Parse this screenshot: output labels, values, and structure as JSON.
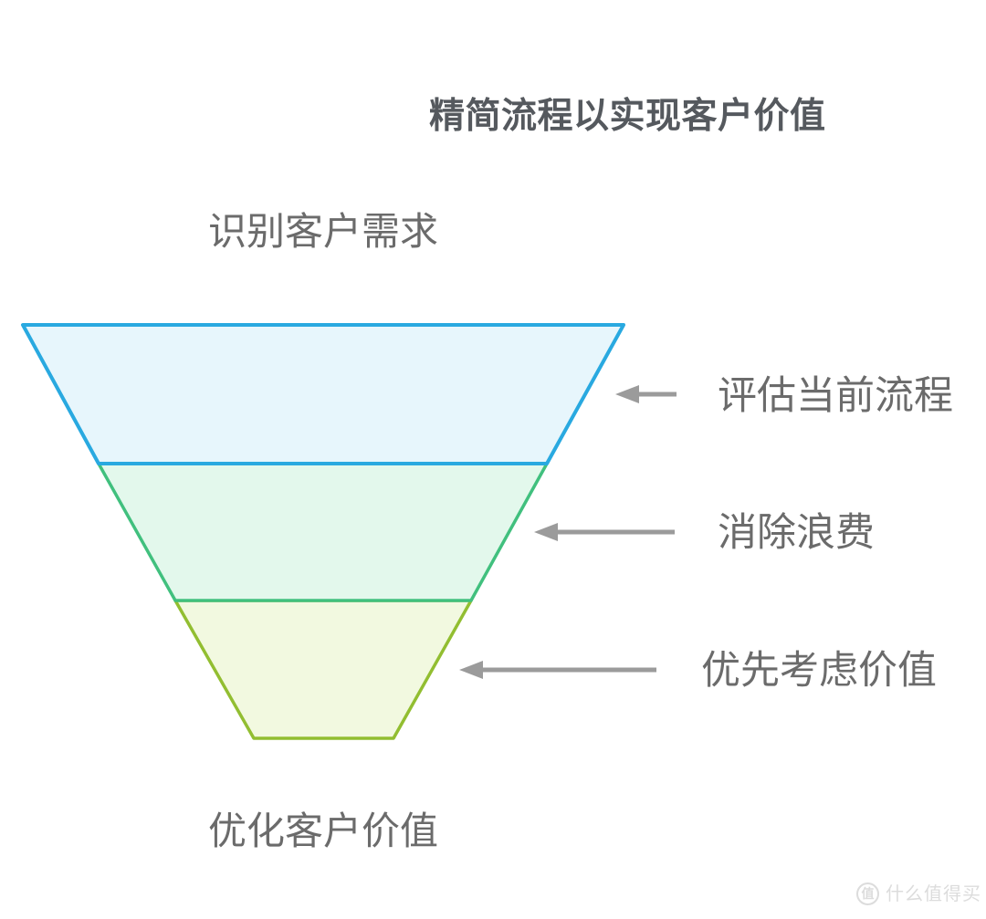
{
  "title": "精简流程以实现客户价值",
  "funnel": {
    "top_label": "识别客户需求",
    "bottom_label": "优化客户价值",
    "tiers": [
      {
        "label": "评估当前流程",
        "fill": "#e7f6fc",
        "stroke": "#29a9e0"
      },
      {
        "label": "消除浪费",
        "fill": "#e3f8ec",
        "stroke": "#41c07e"
      },
      {
        "label": "优先考虑价值",
        "fill": "#f2f9e0",
        "stroke": "#92be31"
      }
    ]
  },
  "colors": {
    "arrow": "#9b9b9b",
    "title_text": "#55595e",
    "label_text": "#6b6b6b",
    "watermark": "#dcdcdc",
    "background": "#ffffff"
  },
  "watermark": {
    "logo_char": "值",
    "text": "什么值得买"
  }
}
